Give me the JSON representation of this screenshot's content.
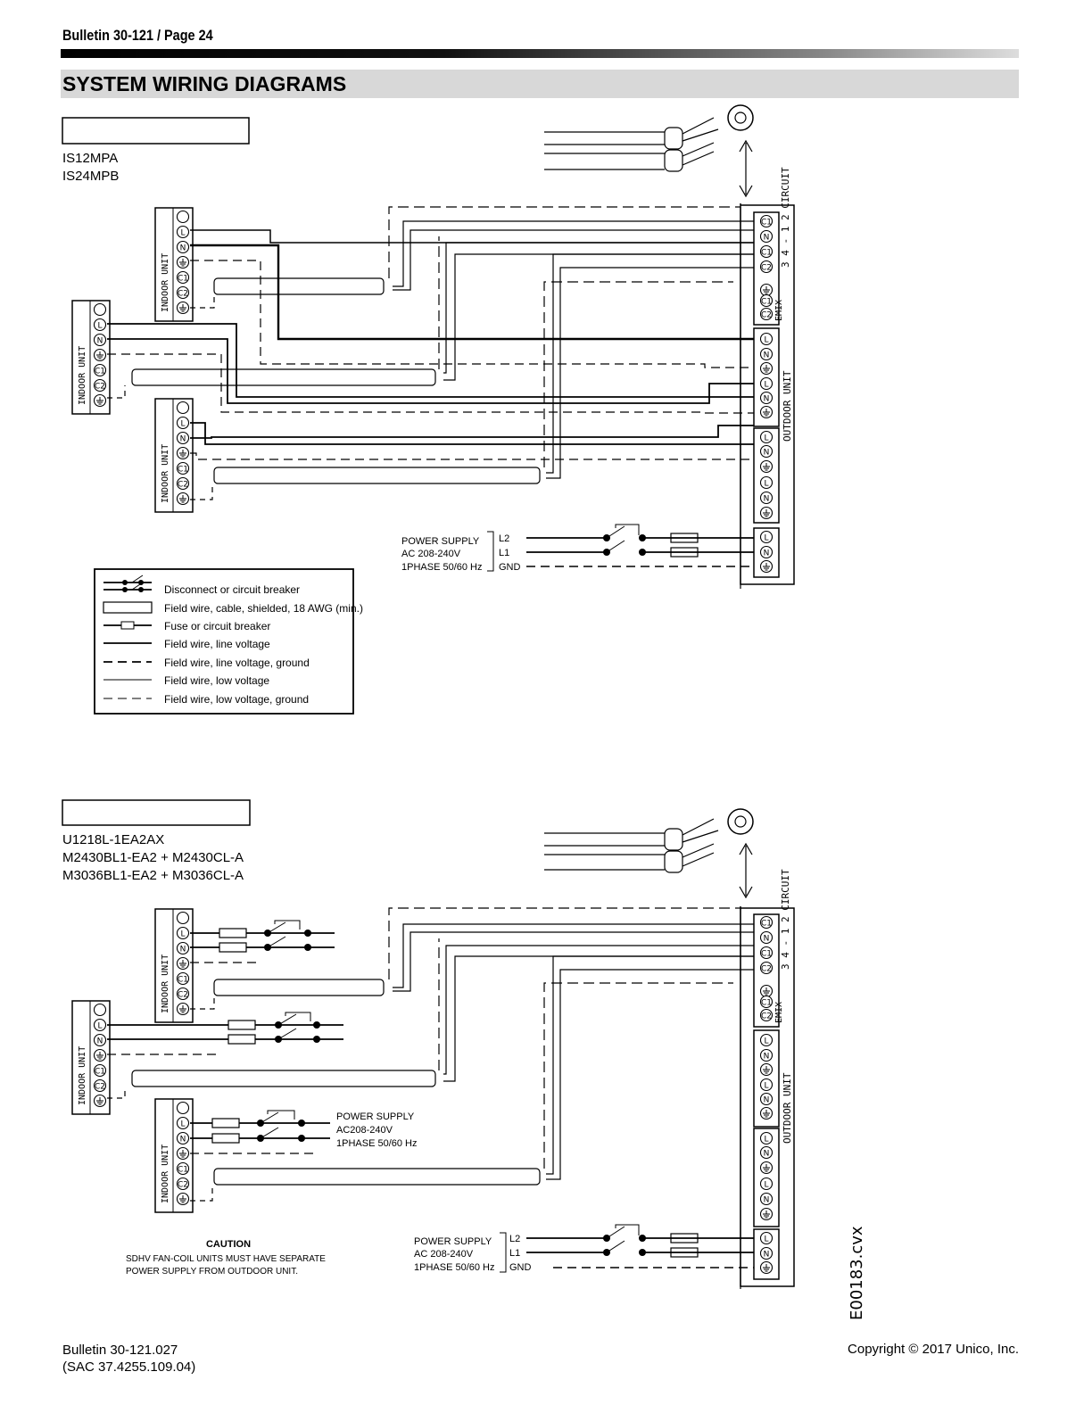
{
  "header": {
    "bulletin_page": "Bulletin 30-121 / Page 24"
  },
  "section_title": "SYSTEM WIRING DIAGRAMS",
  "diagram1": {
    "models": [
      "IS12MPA",
      "IS24MPB"
    ],
    "power_supply": [
      "POWER SUPPLY",
      "AC 208-240V",
      "1PHASE 50/60 Hz"
    ],
    "supply_lines": [
      "L2",
      "L1",
      "GND"
    ]
  },
  "diagram2": {
    "models": [
      "U1218L-1EA2AX",
      "M2430BL1-EA2 + M2430CL-A",
      "M3036BL1-EA2 + M3036CL-A"
    ],
    "branch_power_supply": [
      "POWER SUPPLY",
      "AC208-240V",
      "1PHASE 50/60 Hz"
    ],
    "power_supply": [
      "POWER SUPPLY",
      "AC 208-240V",
      "1PHASE 50/60 Hz"
    ],
    "supply_lines": [
      "L2",
      "L1",
      "GND"
    ],
    "caution_title": "CAUTION",
    "caution_text": [
      "SDHV FAN-COIL UNITS MUST HAVE SEPARATE",
      "POWER SUPPLY FROM OUTDOOR UNIT."
    ]
  },
  "unit_labels": {
    "indoor": "INDOOR UNIT",
    "outdoor": "OUTDOOR UNIT",
    "circuit": "3 4 - 1 2 CIRCUIT",
    "emix": "EMIX"
  },
  "legend": [
    "Disconnect or circuit breaker",
    "Field wire, cable, shielded, 18 AWG (min.)",
    "Fuse or circuit breaker",
    "Field wire, line voltage",
    "Field wire, line voltage, ground",
    "Field wire, low voltage",
    "Field wire, low voltage, ground"
  ],
  "drawing_id": "E00183.cvx",
  "footer": {
    "left_line1": "Bulletin 30-121.027",
    "left_line2": "(SAC 37.4255.109.04)",
    "right": "Copyright © 2017 Unico, Inc."
  }
}
